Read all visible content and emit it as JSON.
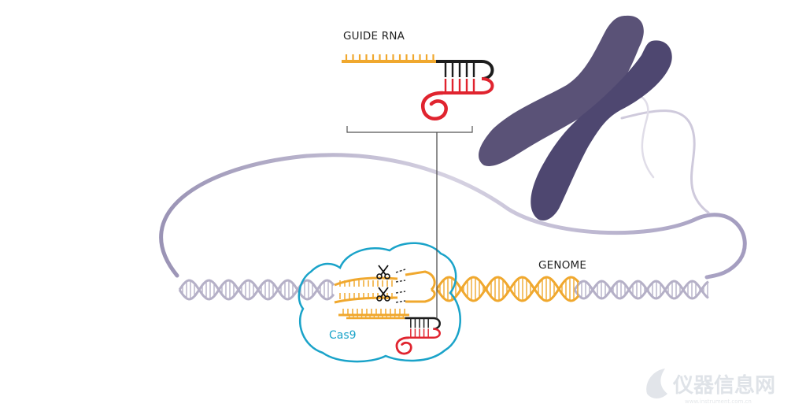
{
  "labels": {
    "guide_rna": "GUIDE RNA",
    "genome": "GENOME",
    "cas9": "Cas9"
  },
  "icons": [
    "scissors-icon",
    "scissors-icon"
  ],
  "watermark": {
    "text": "仪器信息网",
    "url": "www.instrument.com.cn"
  },
  "colors": {
    "dna_strand": "#b5b0c7",
    "target_dna": "#f0a82e",
    "guide_rna_spacer": "#f0a82e",
    "guide_rna_scaffold_dark": "#1c1c1c",
    "guide_rna_scaffold_red": "#e0242f",
    "cas9_outline": "#1aa3c9",
    "chromosome": "#5a5277",
    "callout_line": "#444444"
  }
}
